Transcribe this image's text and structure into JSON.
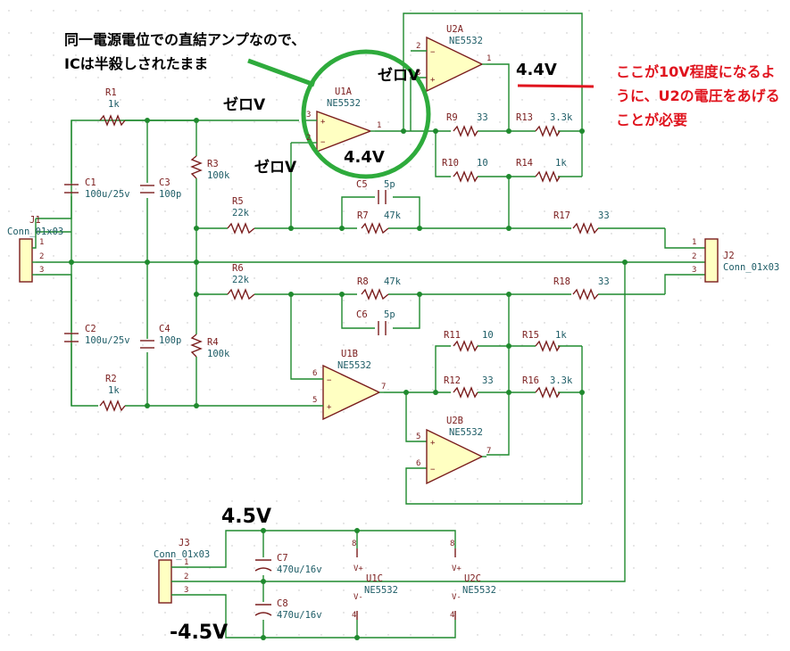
{
  "annotations": {
    "note_line1": "同一電源電位での直結アンプなので、",
    "note_line2": "ICは半殺しされたまま",
    "zero_in": "ゼロV",
    "zero_u2": "ゼロV",
    "zero_fb": "ゼロV",
    "u1_out": "4.4V",
    "u2_out": "4.4V",
    "red_line1": "ここが10V程度になるよ",
    "red_line2": "うに、U2の電圧をあげる",
    "red_line3": "ことが必要",
    "supply_pos": "4.5V",
    "supply_neg": "-4.5V"
  },
  "parts": {
    "r1": {
      "ref": "R1",
      "val": "1k"
    },
    "r2": {
      "ref": "R2",
      "val": "1k"
    },
    "r3": {
      "ref": "R3",
      "val": "100k"
    },
    "r4": {
      "ref": "R4",
      "val": "100k"
    },
    "r5": {
      "ref": "R5",
      "val": "22k"
    },
    "r6": {
      "ref": "R6",
      "val": "22k"
    },
    "r7": {
      "ref": "R7",
      "val": "47k"
    },
    "r8": {
      "ref": "R8",
      "val": "47k"
    },
    "r9": {
      "ref": "R9",
      "val": "33"
    },
    "r10": {
      "ref": "R10",
      "val": "10"
    },
    "r11": {
      "ref": "R11",
      "val": "10"
    },
    "r12": {
      "ref": "R12",
      "val": "33"
    },
    "r13": {
      "ref": "R13",
      "val": "3.3k"
    },
    "r14": {
      "ref": "R14",
      "val": "1k"
    },
    "r15": {
      "ref": "R15",
      "val": "1k"
    },
    "r16": {
      "ref": "R16",
      "val": "3.3k"
    },
    "r17": {
      "ref": "R17",
      "val": "33"
    },
    "r18": {
      "ref": "R18",
      "val": "33"
    },
    "c1": {
      "ref": "C1",
      "val": "100u/25v"
    },
    "c2": {
      "ref": "C2",
      "val": "100u/25v"
    },
    "c3": {
      "ref": "C3",
      "val": "100p"
    },
    "c4": {
      "ref": "C4",
      "val": "100p"
    },
    "c5": {
      "ref": "C5",
      "val": "5p"
    },
    "c6": {
      "ref": "C6",
      "val": "5p"
    },
    "c7": {
      "ref": "C7",
      "val": "470u/16v"
    },
    "c8": {
      "ref": "C8",
      "val": "470u/16v"
    },
    "u1a": {
      "ref": "U1A",
      "val": "NE5532"
    },
    "u1b": {
      "ref": "U1B",
      "val": "NE5532"
    },
    "u2a": {
      "ref": "U2A",
      "val": "NE5532"
    },
    "u2b": {
      "ref": "U2B",
      "val": "NE5532"
    },
    "u1c": {
      "ref": "U1C",
      "val": "NE5532"
    },
    "u2c": {
      "ref": "U2C",
      "val": "NE5532"
    },
    "j1": {
      "ref": "J1",
      "val": "Conn_01x03"
    },
    "j2": {
      "ref": "J2",
      "val": "Conn_01x03"
    },
    "j3": {
      "ref": "J3",
      "val": "Conn_01x03"
    }
  },
  "pins": {
    "p1": "1",
    "p2": "2",
    "p3": "3",
    "p4": "4",
    "p5": "5",
    "p6": "6",
    "p7": "7",
    "p8": "8",
    "plus": "+",
    "minus": "−",
    "vplus": "V+",
    "vminus": "V-"
  },
  "colors": {
    "wire": "#1f8a2e",
    "component": "#7a1d1d",
    "value": "#1d5c66",
    "annotation_circle": "#2eab3c",
    "annotation_red": "#e0141e"
  }
}
